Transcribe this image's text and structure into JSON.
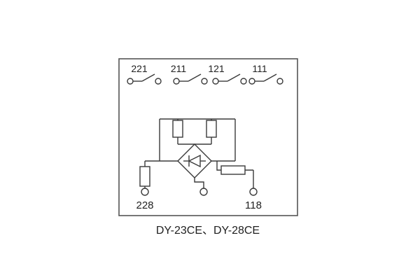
{
  "diagram": {
    "caption": "DY-23CE、DY-28CE",
    "top_terminals": [
      {
        "label": "221"
      },
      {
        "label": "211"
      },
      {
        "label": "121"
      },
      {
        "label": "111"
      }
    ],
    "bottom_terminals": [
      {
        "label": "228"
      },
      {
        "label": "118"
      }
    ],
    "colors": {
      "line": "#3a3a3a",
      "box": "#555555",
      "text": "#1f1f1f",
      "background": "#ffffff"
    }
  }
}
